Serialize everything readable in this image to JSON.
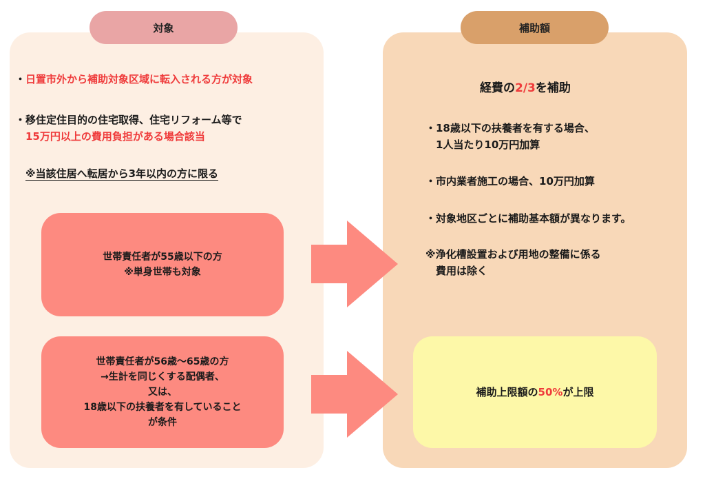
{
  "left": {
    "tab_label": "対象",
    "bullet1": {
      "prefix": "・",
      "text": "日置市外から補助対象区域に転入される方が対象"
    },
    "bullet2": {
      "prefix": "・",
      "line1": "移住定住目的の住宅取得、住宅リフォーム等で",
      "line2": "15万円以上の費用負担がある場合該当"
    },
    "note": "※当該住居へ転居から3年以内の方に限る",
    "box1": {
      "line1_pre": "世帯責任者が",
      "line1_bold": "55",
      "line1_post": "歳以下の方",
      "line2": "※単身世帯も対象"
    },
    "box2": {
      "line1_pre": "世帯責任者が",
      "line1_bold": "56",
      "line1_mid": "歳〜",
      "line1_bold2": "65",
      "line1_post": "歳の方",
      "line2": "→生計を同じくする配偶者、",
      "line3": "又は、",
      "line4": "18歳以下の扶養者を有していること",
      "line5": "が条件"
    }
  },
  "right": {
    "tab_label": "補助額",
    "headline": {
      "pre": "経費の",
      "highlight": "2/3",
      "post": "を補助"
    },
    "item1": {
      "line1": "・18歳以下の扶養者を有する場合、",
      "line2": "1人当たり10万円加算"
    },
    "item2": "・市内業者施工の場合、10万円加算",
    "item3": "・対象地区ごとに補助基本額が異なります。",
    "note": {
      "line1": "※浄化槽設置および用地の整備に係る",
      "line2": "費用は除く"
    },
    "limit_box": {
      "pre": "補助上限額の",
      "highlight": "50%",
      "post": "が上限"
    }
  },
  "colors": {
    "left_panel": "#fdefe3",
    "right_panel": "#f8d8b8",
    "left_tab": "#e9a5a5",
    "right_tab": "#d9a06a",
    "condition_box": "#fd8a80",
    "limit_box": "#fdf8a8",
    "arrow": "#fd8a80",
    "highlight_text": "#ef3b3b"
  }
}
